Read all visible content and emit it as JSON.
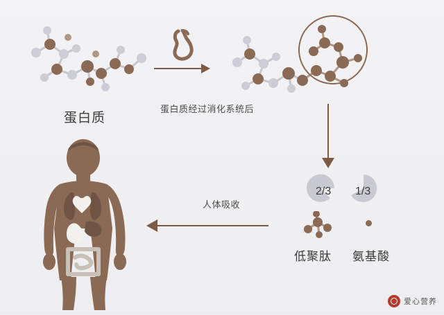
{
  "diagram": {
    "labels": {
      "protein": "蛋白质",
      "digested": "蛋白质经过消化系统后",
      "absorbed": "人体吸收",
      "peptide": "低聚肽",
      "amino_acid": "氨基酸",
      "fraction_two_thirds": "2/3",
      "fraction_one_third": "1/3"
    },
    "icons": {
      "stomach": "stomach-icon",
      "molecule_protein": "protein-molecule-icon",
      "molecule_digested": "digested-molecule-icon",
      "molecule_peptide": "peptide-molecule-icon",
      "highlight": "highlight-circle",
      "human": "human-body-icon"
    },
    "colors": {
      "arrow": "#7d5a46",
      "circle": "#8a6a54",
      "molecule_dark": "#8b6a55",
      "molecule_light": "#c9c9d2",
      "body": "#8a6a55",
      "background": "#f2f2f4",
      "watermark": "#b4392f"
    }
  },
  "watermark": {
    "text": "爱心营养"
  }
}
